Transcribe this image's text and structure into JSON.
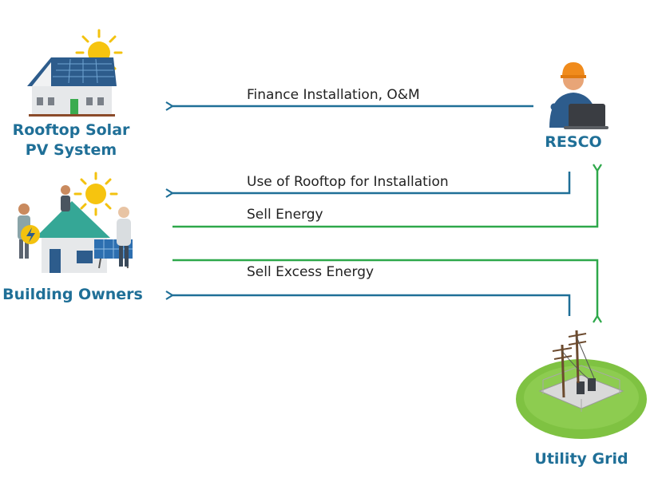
{
  "nodes": {
    "rooftop_solar": {
      "line1": "Rooftop Solar",
      "line2": "PV System"
    },
    "resco": {
      "label": "RESCO"
    },
    "building_owners": {
      "label": "Building Owners"
    },
    "utility_grid": {
      "label": "Utility Grid"
    }
  },
  "flows": [
    {
      "label": "Finance Installation, O&M",
      "from": "RESCO",
      "to": "Rooftop Solar PV System",
      "color": "#1f6f97"
    },
    {
      "label": "Use of Rooftop for Installation",
      "from": "RESCO",
      "to": "Building Owners",
      "color": "#1f6f97"
    },
    {
      "label": "Sell Energy",
      "from": "Building Owners",
      "to": "RESCO",
      "color": "#2ea84a"
    },
    {
      "label": "Sell Excess Energy",
      "from": "Building Owners",
      "to": "Utility Grid",
      "color": "#2ea84a"
    },
    {
      "label": "",
      "from": "Utility Grid",
      "to": "Building Owners",
      "color": "#1f6f97"
    }
  ],
  "colors": {
    "blue": "#1f6f97",
    "green": "#2ea84a",
    "label_text": "#222222"
  }
}
